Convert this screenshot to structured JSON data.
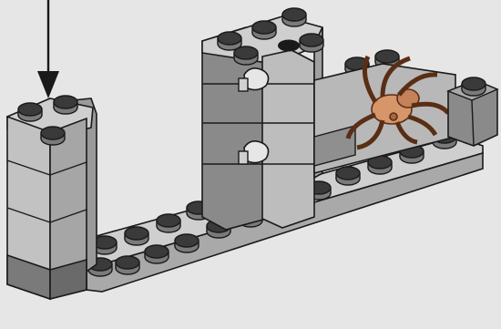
{
  "figure": {
    "background_color": "#e6e6e6",
    "outline_color": "#1a1a1a",
    "colors": {
      "light_gray": "#bfbfbf",
      "light_gray_top": "#cfcfcf",
      "dark_gray": "#7a7a7a",
      "dark_gray_top": "#9a9a9a",
      "stud_top": "#3a3a3a",
      "spider": "#d7956a",
      "spider_dark": "#a8663f"
    },
    "callouts": [
      {
        "name": "placement-arrow",
        "icon": "down-arrow-icon"
      }
    ],
    "parts": [
      {
        "name": "baseplate",
        "color": "light_gray"
      },
      {
        "name": "left-tower",
        "color": "light_gray"
      },
      {
        "name": "center-tower",
        "color": "light_gray"
      },
      {
        "name": "clip-bricks",
        "color": "light_gray",
        "count": 2
      },
      {
        "name": "spider-figure",
        "color": "spider"
      },
      {
        "name": "right-dark-brick",
        "color": "dark_gray"
      }
    ]
  }
}
